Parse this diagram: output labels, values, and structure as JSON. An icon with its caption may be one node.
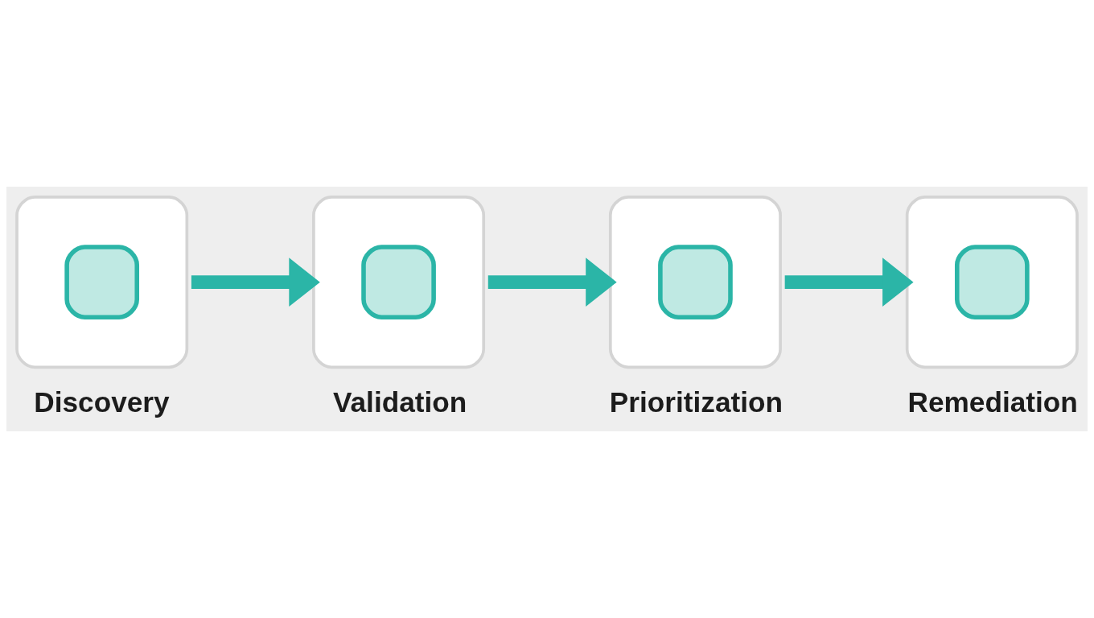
{
  "diagram": {
    "nodes": [
      {
        "text": [
          "Discovery"
        ]
      },
      {
        "text": [
          "Validation"
        ]
      },
      {
        "text": [
          "Prioritization"
        ]
      },
      {
        "text": [
          "Remediation"
        ]
      }
    ],
    "edges": [
      {
        "from": 0,
        "to": 1,
        "arrow": "to"
      },
      {
        "from": 1,
        "to": 2,
        "arrow": "to"
      },
      {
        "from": 2,
        "to": 3,
        "arrow": "to"
      }
    ]
  }
}
